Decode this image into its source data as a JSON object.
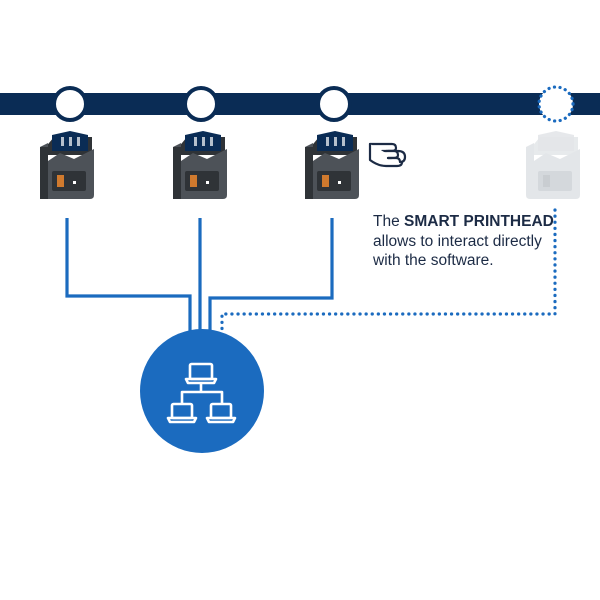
{
  "colors": {
    "rail": "#0a2c55",
    "accent": "#1b6bbf",
    "device_body": "#4d5258",
    "device_shadow": "#2f3337",
    "device_tab": "#0a2c55",
    "led": "#d07a2e",
    "ghost": "#e3e6e9",
    "text": "#1c2b45"
  },
  "caption": {
    "prefix": "The ",
    "highlight": "SMART PRINTHEAD",
    "suffix": " allows to interact directly with the software."
  },
  "icons": {
    "pointer": "pointing-hand-icon",
    "hub": "network-computers-icon"
  },
  "printheads": [
    {
      "state": "connected"
    },
    {
      "state": "connected"
    },
    {
      "state": "connected",
      "highlighted": true
    },
    {
      "state": "pending"
    }
  ]
}
